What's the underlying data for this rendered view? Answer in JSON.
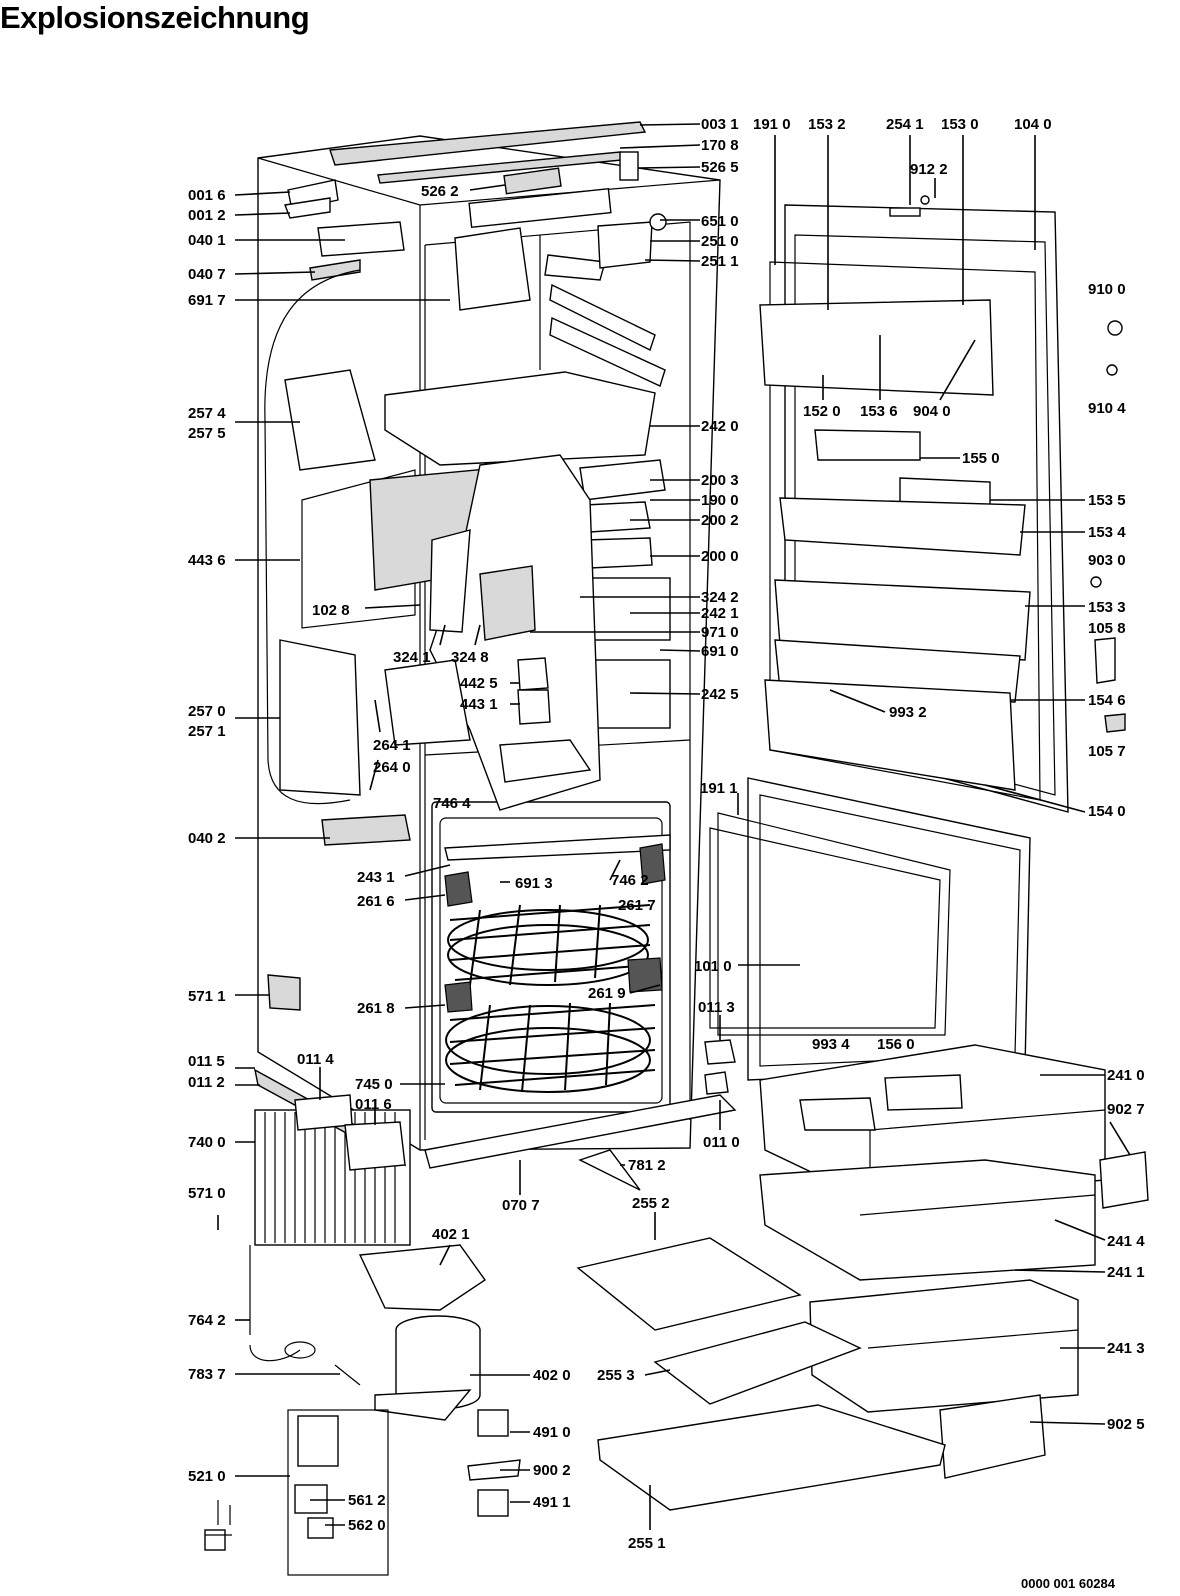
{
  "title": "Explosionszeichnung",
  "drawing_number": "0000 001 60284",
  "part_labels": [
    {
      "id": "003 1"
    },
    {
      "id": "170 8"
    },
    {
      "id": "526 5"
    },
    {
      "id": "526 2"
    },
    {
      "id": "001 6"
    },
    {
      "id": "001 2"
    },
    {
      "id": "040 1"
    },
    {
      "id": "040 7"
    },
    {
      "id": "691 7"
    },
    {
      "id": "651 0"
    },
    {
      "id": "251 0"
    },
    {
      "id": "251 1"
    },
    {
      "id": "191 0"
    },
    {
      "id": "153 2"
    },
    {
      "id": "254 1"
    },
    {
      "id": "153 0"
    },
    {
      "id": "104 0"
    },
    {
      "id": "912 2"
    },
    {
      "id": "910 0"
    },
    {
      "id": "910 4"
    },
    {
      "id": "257 4"
    },
    {
      "id": "257 5"
    },
    {
      "id": "242 0"
    },
    {
      "id": "152 0"
    },
    {
      "id": "153 6"
    },
    {
      "id": "904 0"
    },
    {
      "id": "155 0"
    },
    {
      "id": "200 3"
    },
    {
      "id": "190 0"
    },
    {
      "id": "200 2"
    },
    {
      "id": "153 5"
    },
    {
      "id": "153 4"
    },
    {
      "id": "443 6"
    },
    {
      "id": "200 0"
    },
    {
      "id": "903 0"
    },
    {
      "id": "324 2"
    },
    {
      "id": "242 1"
    },
    {
      "id": "153 3"
    },
    {
      "id": "102 8"
    },
    {
      "id": "971 0"
    },
    {
      "id": "105 8"
    },
    {
      "id": "324 1"
    },
    {
      "id": "324 8"
    },
    {
      "id": "691 0"
    },
    {
      "id": "442 5"
    },
    {
      "id": "443 1"
    },
    {
      "id": "242 5"
    },
    {
      "id": "154 6"
    },
    {
      "id": "993 2"
    },
    {
      "id": "257 0"
    },
    {
      "id": "257 1"
    },
    {
      "id": "264 1"
    },
    {
      "id": "105 7"
    },
    {
      "id": "264 0"
    },
    {
      "id": "746 4"
    },
    {
      "id": "191 1"
    },
    {
      "id": "154 0"
    },
    {
      "id": "040 2"
    },
    {
      "id": "243 1"
    },
    {
      "id": "691 3"
    },
    {
      "id": "746 2"
    },
    {
      "id": "261 6"
    },
    {
      "id": "261 7"
    },
    {
      "id": "101 0"
    },
    {
      "id": "571 1"
    },
    {
      "id": "261 9"
    },
    {
      "id": "261 8"
    },
    {
      "id": "011 3"
    },
    {
      "id": "011 5"
    },
    {
      "id": "011 4"
    },
    {
      "id": "993 4"
    },
    {
      "id": "156 0"
    },
    {
      "id": "011 2"
    },
    {
      "id": "745 0"
    },
    {
      "id": "241 0"
    },
    {
      "id": "011 6"
    },
    {
      "id": "740 0"
    },
    {
      "id": "011 0"
    },
    {
      "id": "902 7"
    },
    {
      "id": "781 2"
    },
    {
      "id": "571 0"
    },
    {
      "id": "070 7"
    },
    {
      "id": "255 2"
    },
    {
      "id": "241 4"
    },
    {
      "id": "402 1"
    },
    {
      "id": "241 1"
    },
    {
      "id": "764 2"
    },
    {
      "id": "241 3"
    },
    {
      "id": "783 7"
    },
    {
      "id": "402 0"
    },
    {
      "id": "255 3"
    },
    {
      "id": "491 0"
    },
    {
      "id": "902 5"
    },
    {
      "id": "521 0"
    },
    {
      "id": "900 2"
    },
    {
      "id": "561 2"
    },
    {
      "id": "491 1"
    },
    {
      "id": "562 0"
    },
    {
      "id": "255 1"
    }
  ]
}
